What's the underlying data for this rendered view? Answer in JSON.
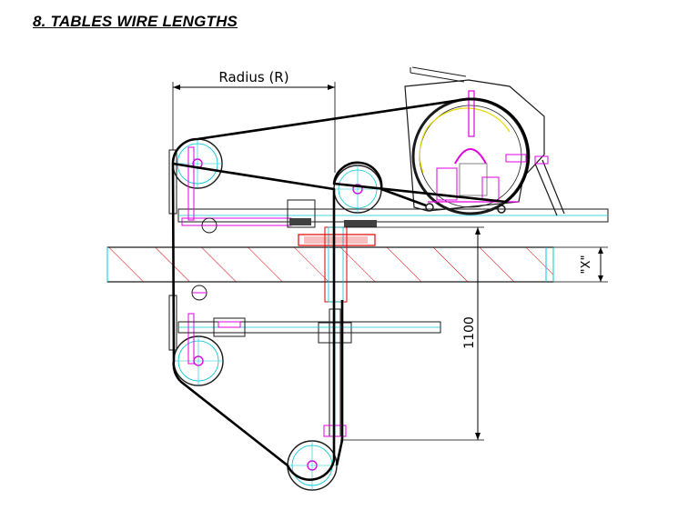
{
  "section_title": "8.  TABLES WIRE LENGTHS",
  "dimensions": {
    "radius_label": "Radius (R)",
    "height_label": "1100",
    "x_label": "\"X\""
  },
  "colors": {
    "wire": "#000000",
    "frame": "#1a1a1a",
    "cyan": "#00c8d8",
    "magenta": "#e000e0",
    "red": "#e00000",
    "yellow": "#e8d800",
    "hatch": "#e00000",
    "gray": "#808080"
  }
}
